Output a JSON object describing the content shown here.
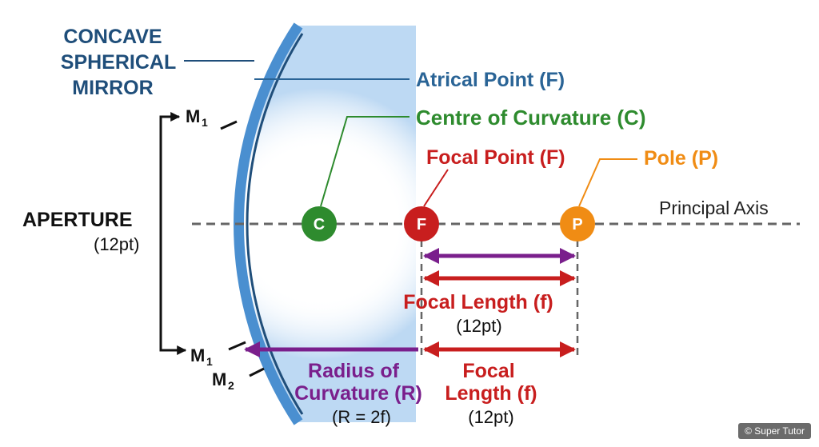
{
  "labels": {
    "mirror_line1": "CONCAVE",
    "mirror_line2": "SPHERICAL",
    "mirror_line3": "MIRROR",
    "atrical_point": "Atrical Point (F)",
    "centre_of_curvature": "Centre of Curvature (C)",
    "focal_point": "Focal Point (F)",
    "pole": "Pole (P)",
    "principal_axis": "Principal Axis",
    "aperture": "APERTURE",
    "aperture_size": "(12pt)",
    "m1_top_base": "M",
    "m1_top_sub": "1",
    "m1_bottom_base": "M",
    "m1_bottom_sub": "1",
    "m2_base": "M",
    "m2_sub": "2",
    "focal_length_mid": "Focal Length (f)",
    "focal_length_mid_size": "(12pt)",
    "radius_line1": "Radius of",
    "radius_line2": "Curvature (R)",
    "radius_formula": "(R = 2f)",
    "focal_bottom_line1": "Focal",
    "focal_bottom_line2": "Length (f)",
    "focal_bottom_size": "(12pt)"
  },
  "points": {
    "c": "C",
    "f": "F",
    "p": "P"
  },
  "credit": "© Super Tutor",
  "colors": {
    "navy": "#1f4e7a",
    "blue_label": "#2a6496",
    "green": "#2e8b2e",
    "red": "#c81e1e",
    "orange": "#f08c14",
    "purple": "#7a1f8c",
    "mirror": "#4a8fd0",
    "axis": "#666666"
  }
}
